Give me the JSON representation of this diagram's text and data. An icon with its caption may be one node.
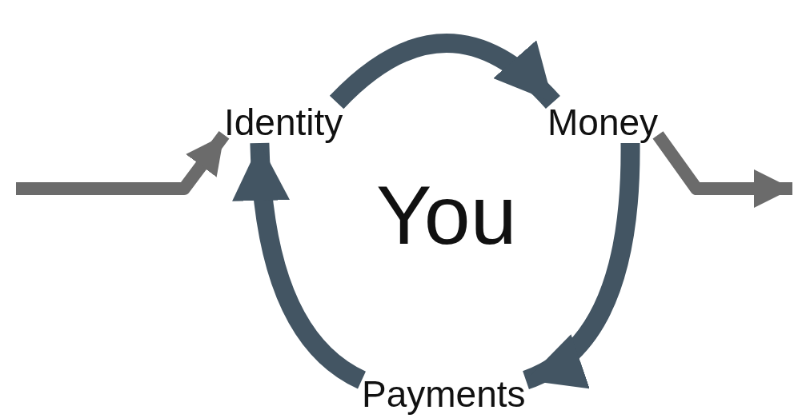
{
  "diagram": {
    "nodes": [
      {
        "text": [
          "Identity"
        ]
      },
      {
        "text": [
          "Money"
        ]
      },
      {
        "text": [
          "You"
        ]
      },
      {
        "text": [
          "Payments"
        ]
      }
    ],
    "edges": [
      {
        "from": 0,
        "to": 1,
        "arrow": "to"
      },
      {
        "from": 1,
        "to": 3,
        "arrow": "to"
      },
      {
        "from": 3,
        "to": 0,
        "arrow": "to"
      },
      {
        "from": null,
        "to": 0,
        "arrow": "to",
        "color": "#6b6b6b"
      },
      {
        "from": 1,
        "to": null,
        "arrow": "to",
        "color": "#6b6b6b"
      }
    ]
  }
}
